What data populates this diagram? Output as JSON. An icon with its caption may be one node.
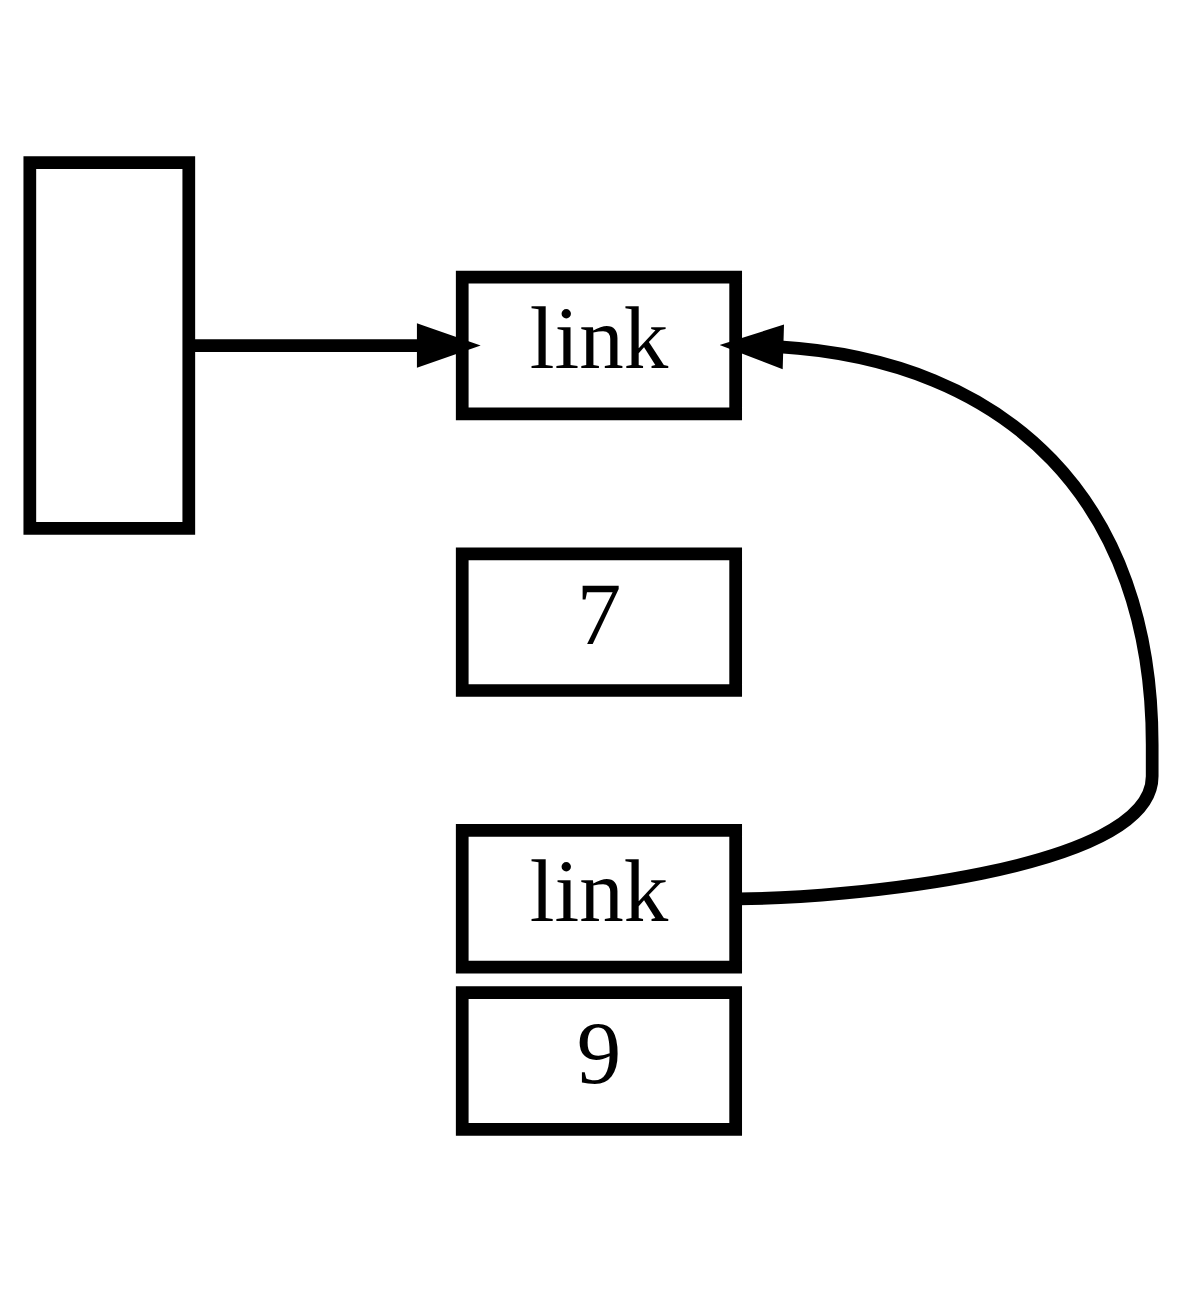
{
  "diagram": {
    "nodes": [
      {
        "text": [],
        "shape": "box"
      },
      {
        "text": [
          "link"
        ]
      },
      {
        "text": [
          "7"
        ]
      },
      {
        "text": [
          "link"
        ]
      },
      {
        "text": [
          "9"
        ]
      }
    ],
    "edges": [
      {
        "from": 0,
        "to": 1,
        "arrow": "to"
      },
      {
        "from": 3,
        "to": 1,
        "arrow": "to"
      }
    ]
  }
}
